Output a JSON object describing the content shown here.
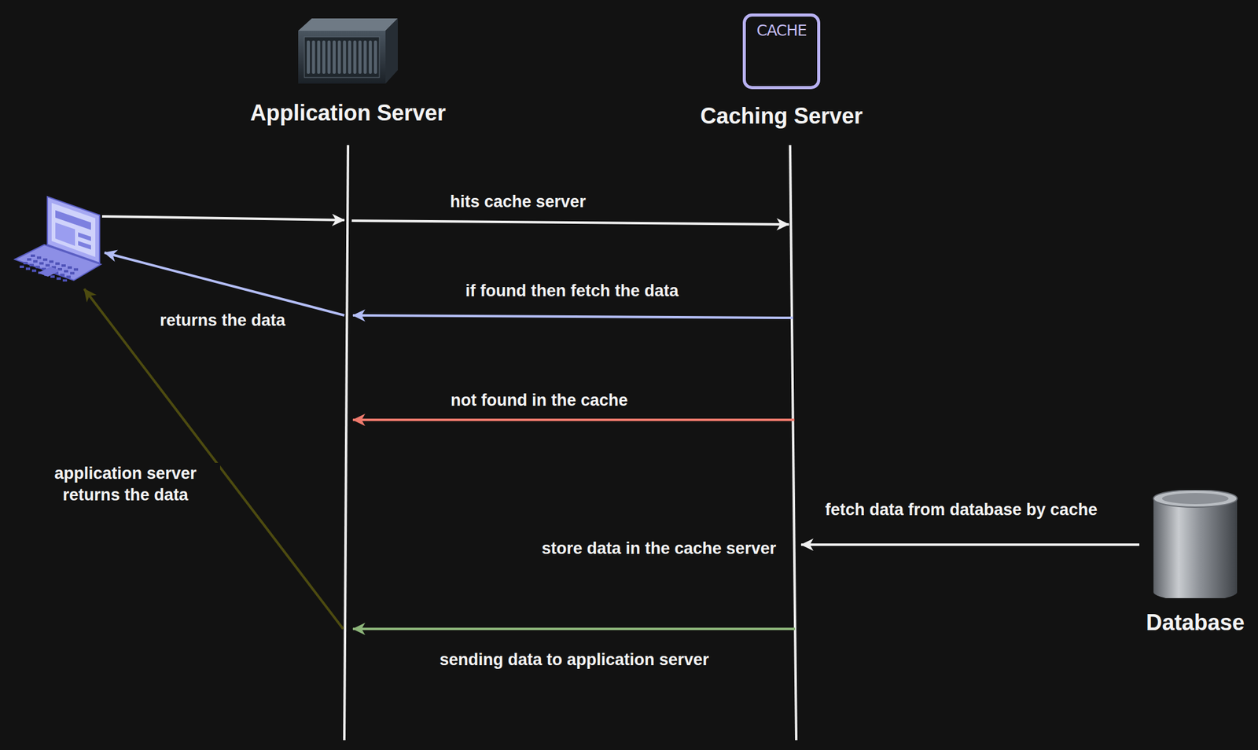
{
  "diagram": {
    "nodes": [
      {
        "text": []
      },
      {
        "text": [
          "Application Server"
        ]
      },
      {
        "text": [
          "CACHE",
          "Caching Server"
        ]
      },
      {
        "text": [
          "Database"
        ]
      }
    ],
    "edges": [
      {
        "from": 0,
        "to": 1,
        "arrow": "to"
      },
      {
        "from": 1,
        "to": 2,
        "label": "hits cache server",
        "arrow": "to"
      },
      {
        "from": 2,
        "to": 1,
        "label": "if found then fetch the data",
        "arrow": "to"
      },
      {
        "from": 1,
        "to": 0,
        "label": "returns the data",
        "arrow": "to"
      },
      {
        "from": 2,
        "to": 1,
        "label": "not found in the cache",
        "arrow": "to"
      },
      {
        "from": 3,
        "to": 2,
        "label": "fetch data from database by cache",
        "arrow": "to"
      },
      {
        "from": 2,
        "to": 1,
        "label": "sending data to application server",
        "arrow": "to"
      },
      {
        "from": 1,
        "to": 0,
        "label": "application server returns the data",
        "arrow": "to"
      }
    ],
    "labels": [
      "store data in the cache server"
    ]
  }
}
